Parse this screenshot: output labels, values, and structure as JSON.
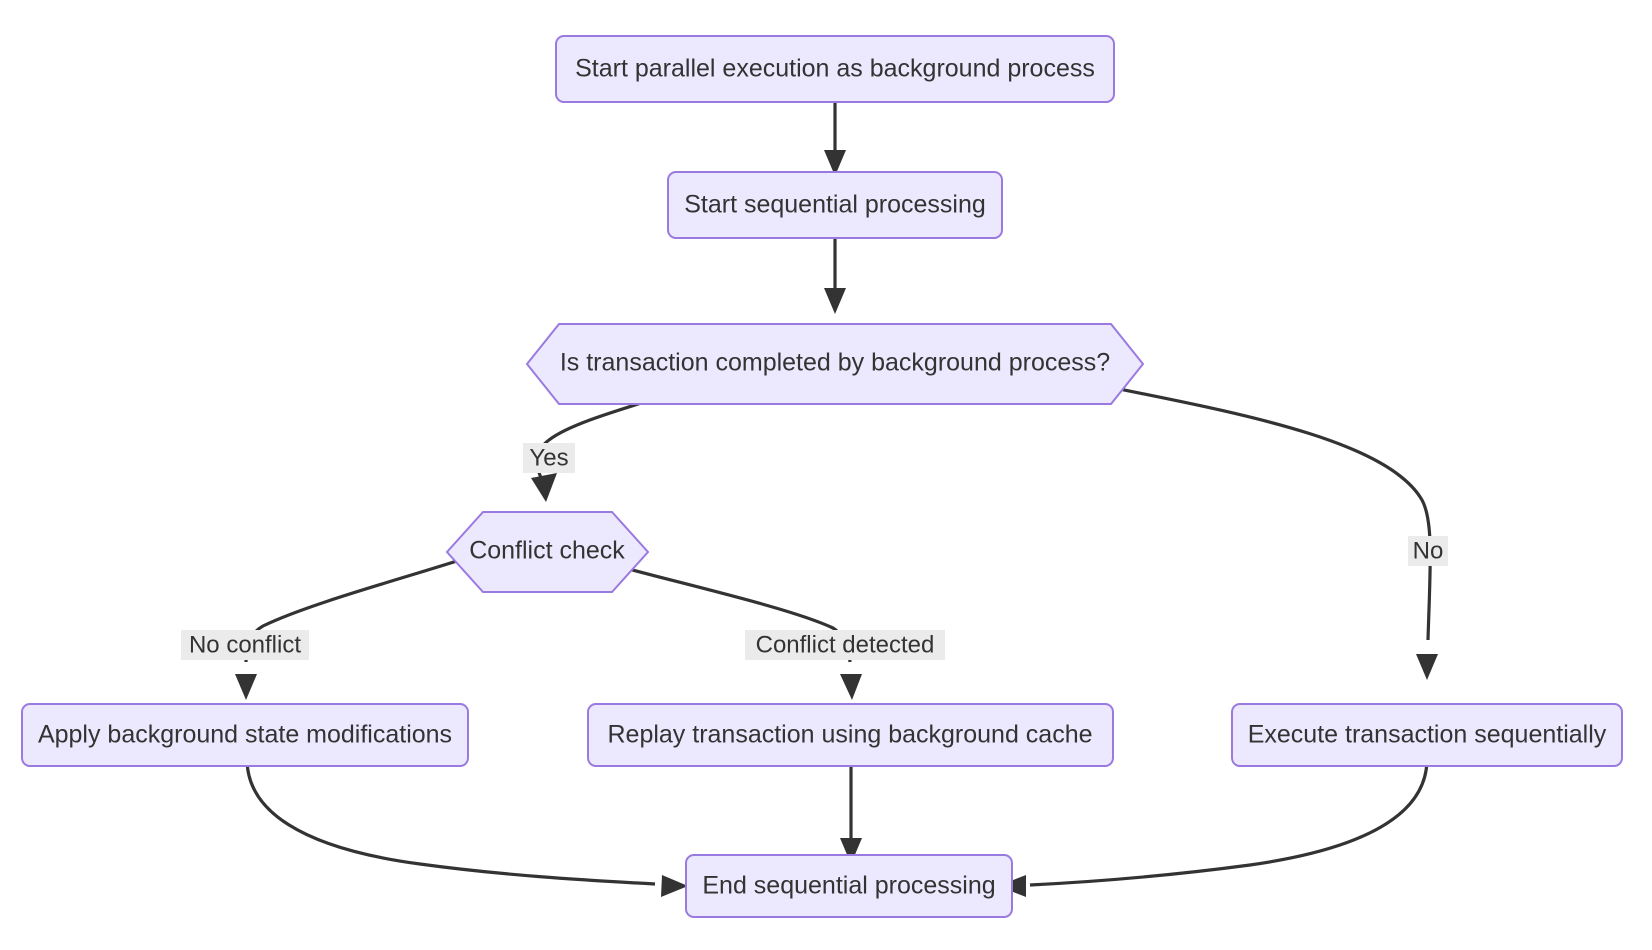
{
  "diagram": {
    "type": "flowchart",
    "direction": "top-down",
    "background_color": "#ffffff",
    "node_fill_color": "#ece8fd",
    "node_border_color": "#9a7ae0",
    "edge_color": "#333333",
    "edge_label_bg_color": "#ebebeb",
    "text_color": "#333333",
    "nodes": [
      {
        "id": "start_parallel",
        "label": "Start parallel execution as background process",
        "shape": "rounded-rect"
      },
      {
        "id": "start_sequential",
        "label": "Start sequential processing",
        "shape": "rounded-rect"
      },
      {
        "id": "is_completed",
        "label": "Is transaction completed by background process?",
        "shape": "hexagon"
      },
      {
        "id": "conflict_check",
        "label": "Conflict check",
        "shape": "hexagon"
      },
      {
        "id": "apply_mods",
        "label": "Apply background state modifications",
        "shape": "rounded-rect"
      },
      {
        "id": "replay_txn",
        "label": "Replay transaction using background cache",
        "shape": "rounded-rect"
      },
      {
        "id": "execute_seq",
        "label": "Execute transaction sequentially",
        "shape": "rounded-rect"
      },
      {
        "id": "end_sequential",
        "label": "End sequential processing",
        "shape": "rounded-rect"
      }
    ],
    "edges": [
      {
        "from": "start_parallel",
        "to": "start_sequential",
        "label": ""
      },
      {
        "from": "start_sequential",
        "to": "is_completed",
        "label": ""
      },
      {
        "from": "is_completed",
        "to": "conflict_check",
        "label": "Yes"
      },
      {
        "from": "is_completed",
        "to": "execute_seq",
        "label": "No"
      },
      {
        "from": "conflict_check",
        "to": "apply_mods",
        "label": "No conflict"
      },
      {
        "from": "conflict_check",
        "to": "replay_txn",
        "label": "Conflict detected"
      },
      {
        "from": "apply_mods",
        "to": "end_sequential",
        "label": ""
      },
      {
        "from": "replay_txn",
        "to": "end_sequential",
        "label": ""
      },
      {
        "from": "execute_seq",
        "to": "end_sequential",
        "label": ""
      }
    ]
  }
}
